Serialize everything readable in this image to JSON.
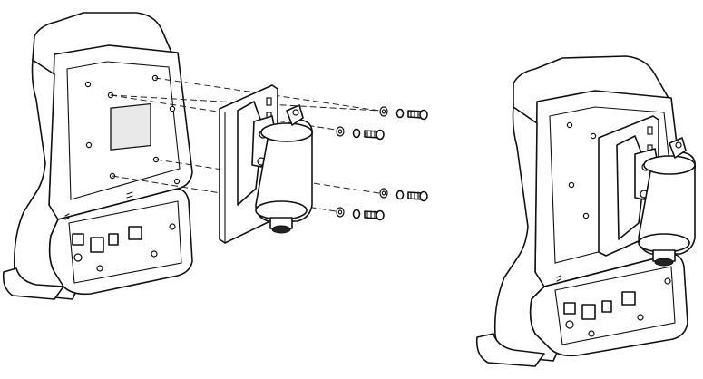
{
  "figure": {
    "views": [
      "exploded-assembly",
      "assembled"
    ],
    "components": [
      "device-housing",
      "mounting-bracket",
      "clamp-cylinder",
      "screws",
      "spring-washers",
      "flat-washers"
    ],
    "screw_count": 4
  },
  "colors": {
    "line": "#111111",
    "background": "#ffffff",
    "shade": "#e9e9e9"
  }
}
